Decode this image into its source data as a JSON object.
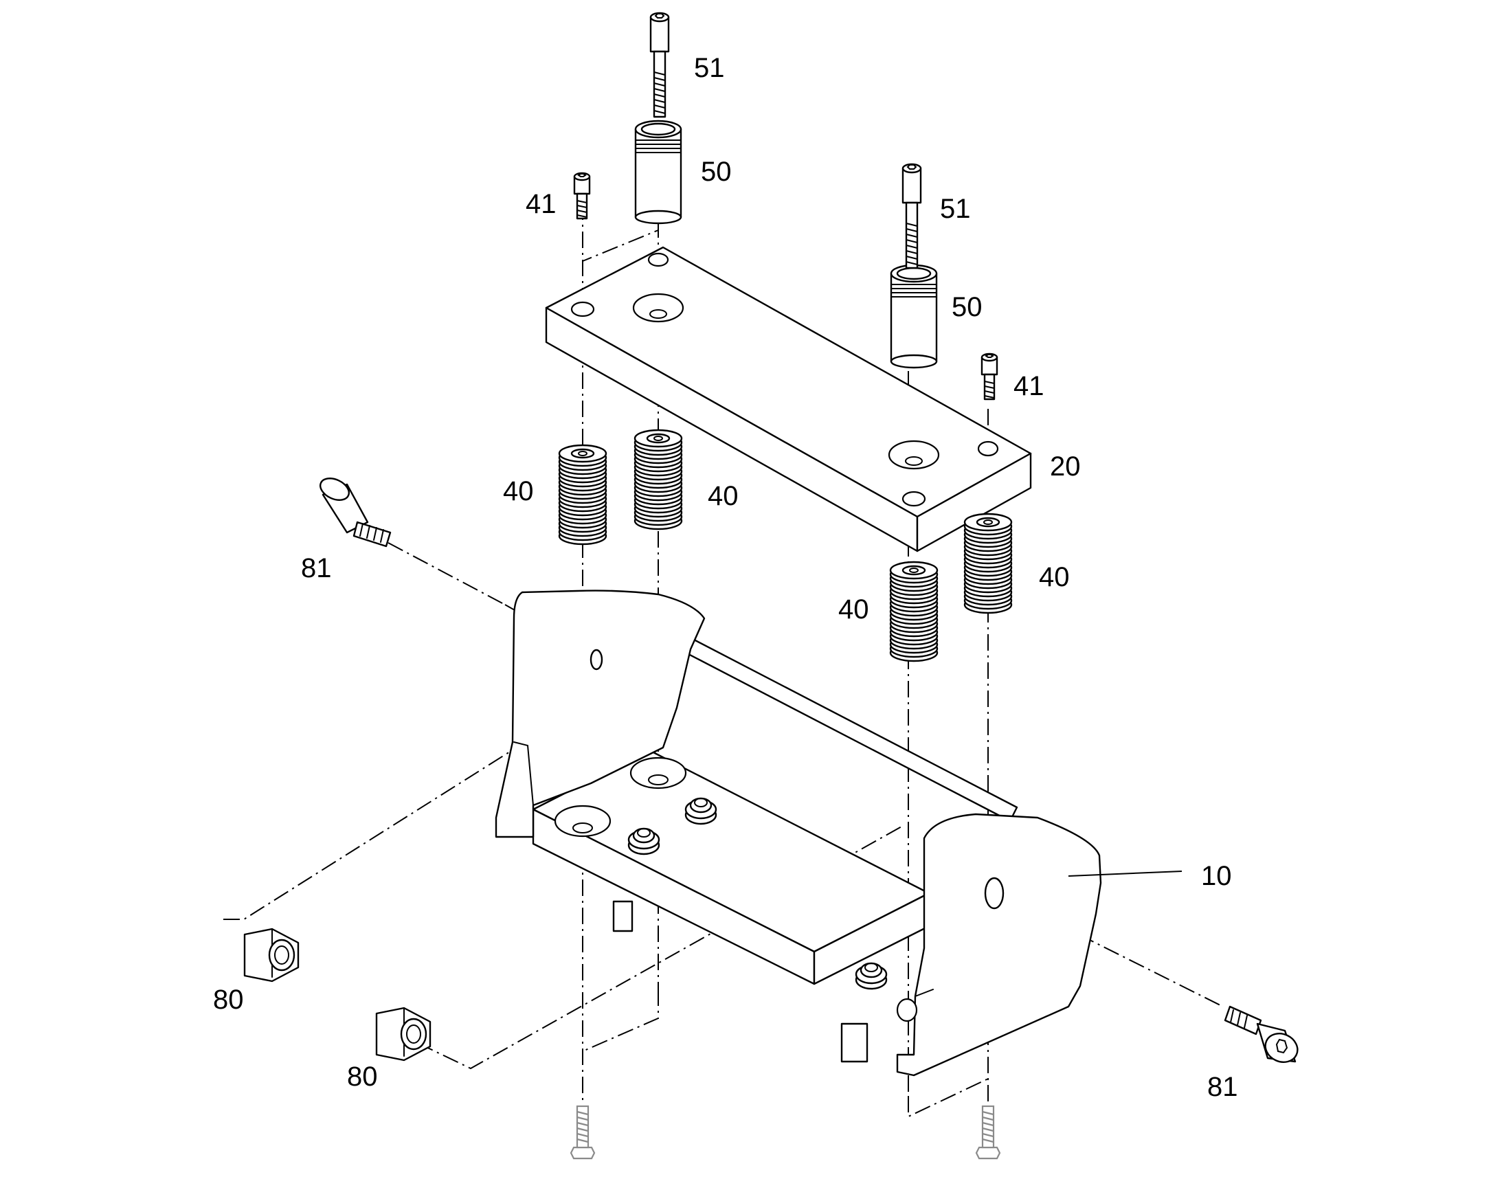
{
  "callouts": [
    {
      "id": "bolt-top-1",
      "text": "51"
    },
    {
      "id": "bushing-1",
      "text": "50"
    },
    {
      "id": "screw-1",
      "text": "41"
    },
    {
      "id": "bolt-top-2",
      "text": "51"
    },
    {
      "id": "bushing-2",
      "text": "50"
    },
    {
      "id": "screw-2",
      "text": "41"
    },
    {
      "id": "plate",
      "text": "20"
    },
    {
      "id": "spring-1",
      "text": "40"
    },
    {
      "id": "spring-2",
      "text": "40"
    },
    {
      "id": "spring-3",
      "text": "40"
    },
    {
      "id": "spring-4",
      "text": "40"
    },
    {
      "id": "bolt-side-left",
      "text": "81"
    },
    {
      "id": "base",
      "text": "10"
    },
    {
      "id": "nut-1",
      "text": "80"
    },
    {
      "id": "nut-2",
      "text": "80"
    },
    {
      "id": "bolt-side-right",
      "text": "81"
    }
  ]
}
